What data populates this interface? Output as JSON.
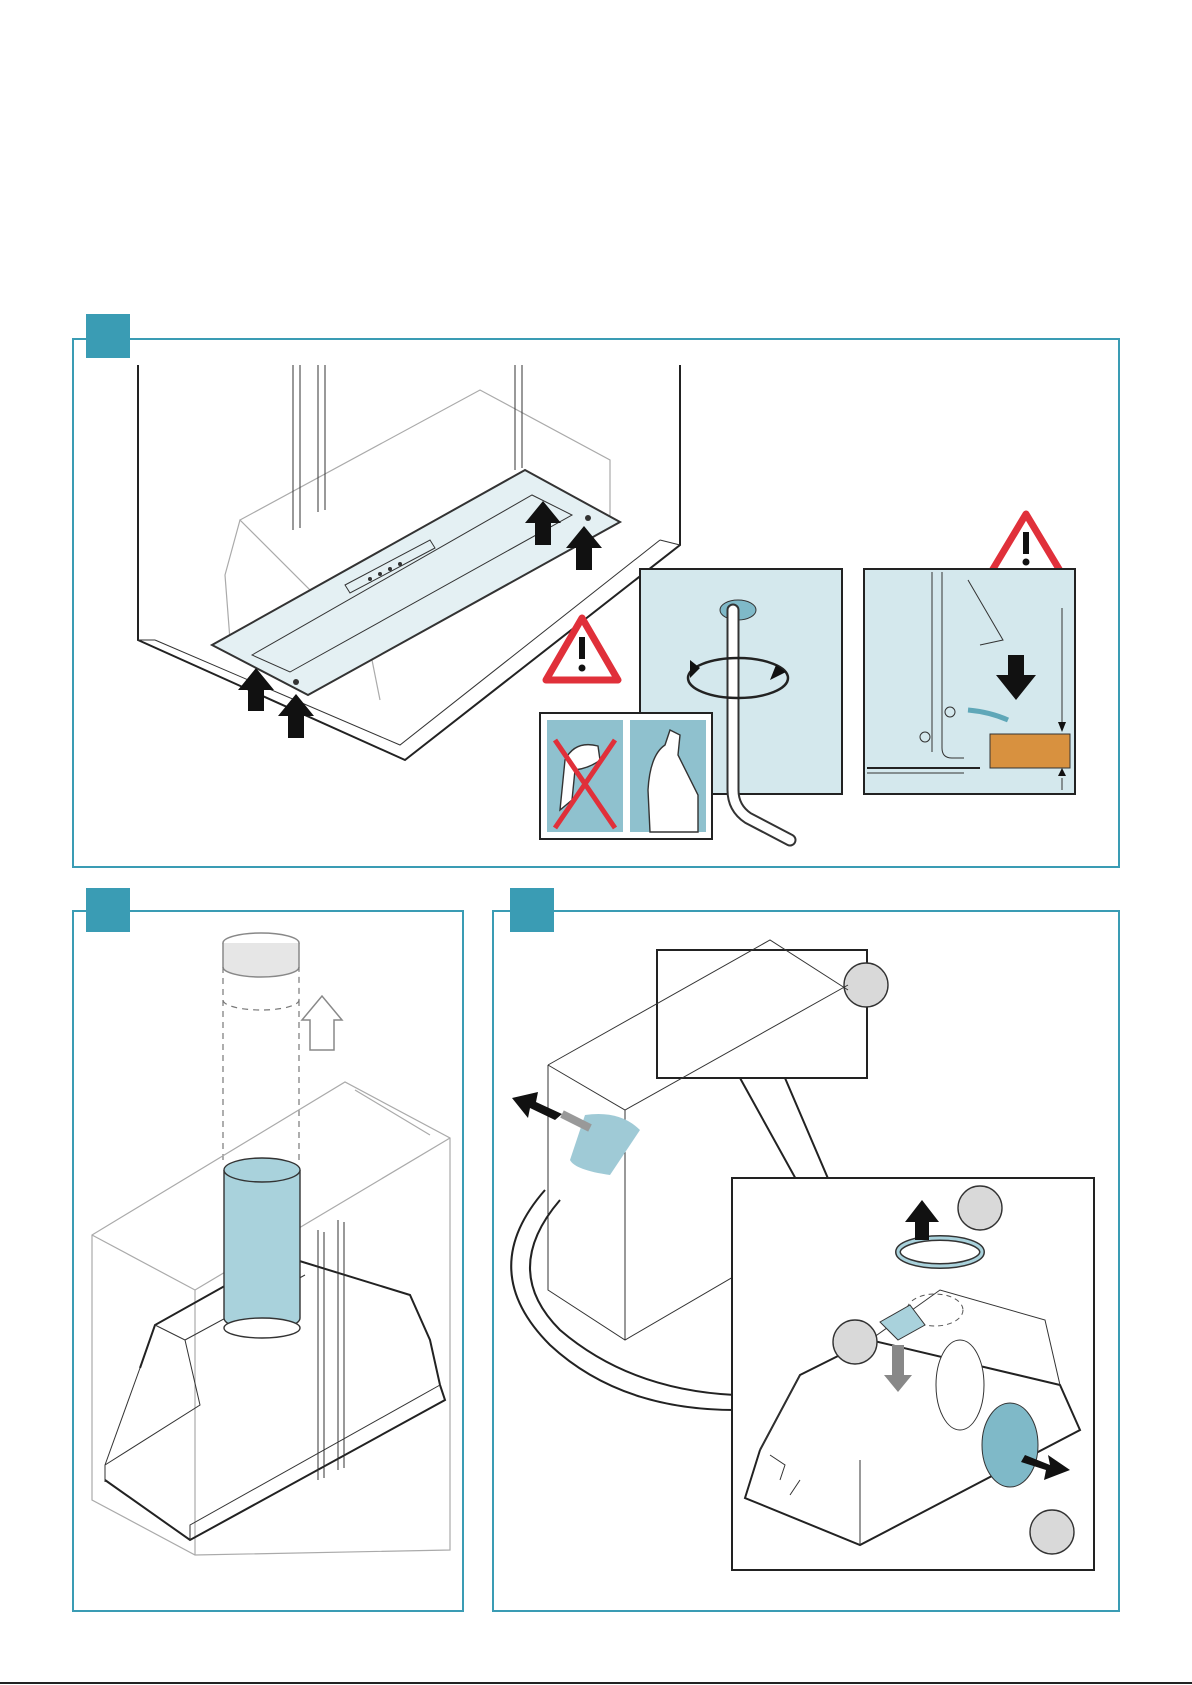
{
  "colors": {
    "accent": "#3a9cb4",
    "duct_fill": "#a9d2dc",
    "warning_red": "#e0303a",
    "wood": "#d8913f"
  },
  "panels": [
    {
      "id": "step-1",
      "icons": [
        "hood-in-cabinet",
        "push-up-arrows",
        "warning-icon",
        "allen-key-rotate-icon",
        "no-force-icon",
        "shelf-clearance-icon"
      ]
    },
    {
      "id": "step-2",
      "icons": [
        "cylinder-duct",
        "remove-ring-arrow"
      ]
    },
    {
      "id": "step-3",
      "icons": [
        "duct-connector",
        "rotate-arrow",
        "detail-zoom",
        "callout-circle"
      ]
    }
  ],
  "instructions": {
    "step1": "",
    "step2": "",
    "step3": ""
  }
}
